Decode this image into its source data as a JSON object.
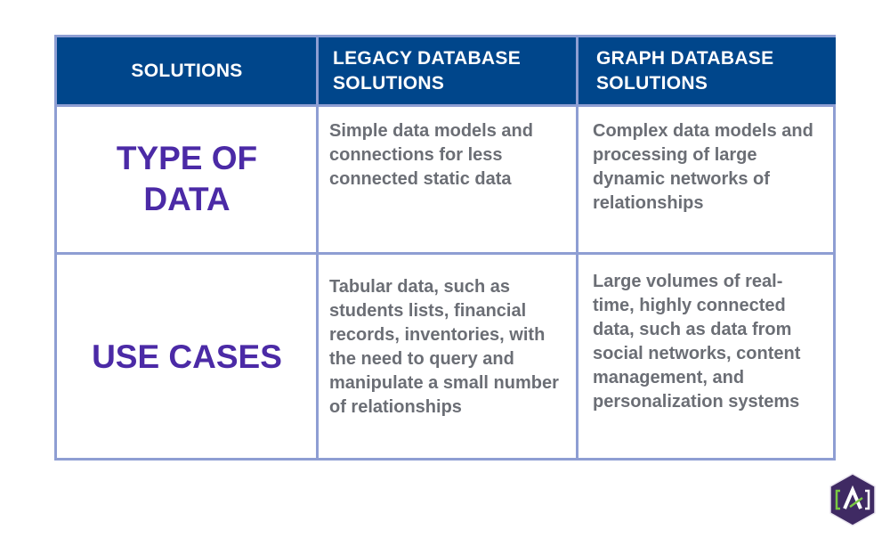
{
  "header": {
    "col1": "SOLUTIONS",
    "col2": "LEGACY DATABASE SOLUTIONS",
    "col3": "GRAPH DATABASE SOLUTIONS"
  },
  "rows": [
    {
      "label": "TYPE OF DATA",
      "legacy": "Simple data models and connections for less connected static data",
      "graph": "Complex data models and processing of large dynamic networks of relationships"
    },
    {
      "label": "USE CASES",
      "legacy": "Tabular data, such as students lists, financial records, inventories, with the need to query and manipulate a small number of relationships",
      "graph": "Large volumes of real-time, highly connected data, such as data from social networks, content management, and personalization systems"
    }
  ],
  "logo": {
    "text": "[A]",
    "colors": {
      "bg": "#3f2a63",
      "accent": "#7ac943"
    }
  },
  "colors": {
    "header_bg": "#00468b",
    "border": "#8e9ed3",
    "label": "#4b2aa6",
    "body_text": "#6b6e75"
  }
}
